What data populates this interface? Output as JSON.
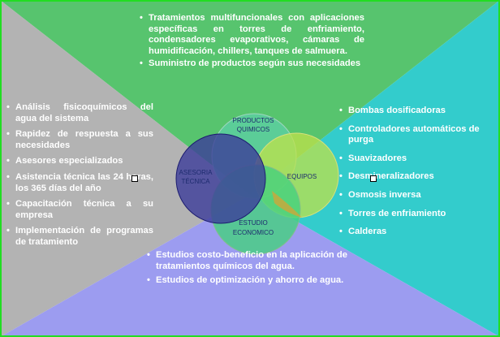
{
  "colors": {
    "top": "#57c46e",
    "left": "#b3b3b3",
    "right": "#33cccc",
    "bottom": "#9c9cf0",
    "border": "#22dd22"
  },
  "venn": {
    "productos_quimicos": "PRODUCTOS QUIMICOS",
    "asesoria_tecnica": "ASESORIA TÉCNICA",
    "equipos": "EQUIPOS",
    "estudio_economico": "ESTUDIO ECONOMICO"
  },
  "top_panel": {
    "items": [
      "Tratamientos multifuncionales con aplicaciones específicas en torres de enfriamiento, condensadores evaporativos, cámaras de humidificación, chillers, tanques de salmuera.",
      "Suministro de productos según sus necesidades"
    ]
  },
  "left_panel": {
    "items": [
      "Análisis fisicoquímicos del agua del sistema",
      "Rapidez de respuesta a sus necesidades",
      "Asesores especializados",
      "Asistencia técnica las 24 horas, los 365 días del año",
      "Capacitación técnica a su empresa",
      "Implementación de programas de tratamiento"
    ]
  },
  "right_panel": {
    "items": [
      "Bombas dosificadoras",
      "Controladores automáticos de purga",
      "Suavizadores",
      "Desmineralizadores",
      "Osmosis inversa",
      "Torres de enfriamiento",
      "Calderas"
    ]
  },
  "bottom_panel": {
    "items": [
      "Estudios costo-beneficio en la aplicación de tratamientos químicos del agua.",
      "Estudios de optimización y ahorro de agua."
    ]
  }
}
